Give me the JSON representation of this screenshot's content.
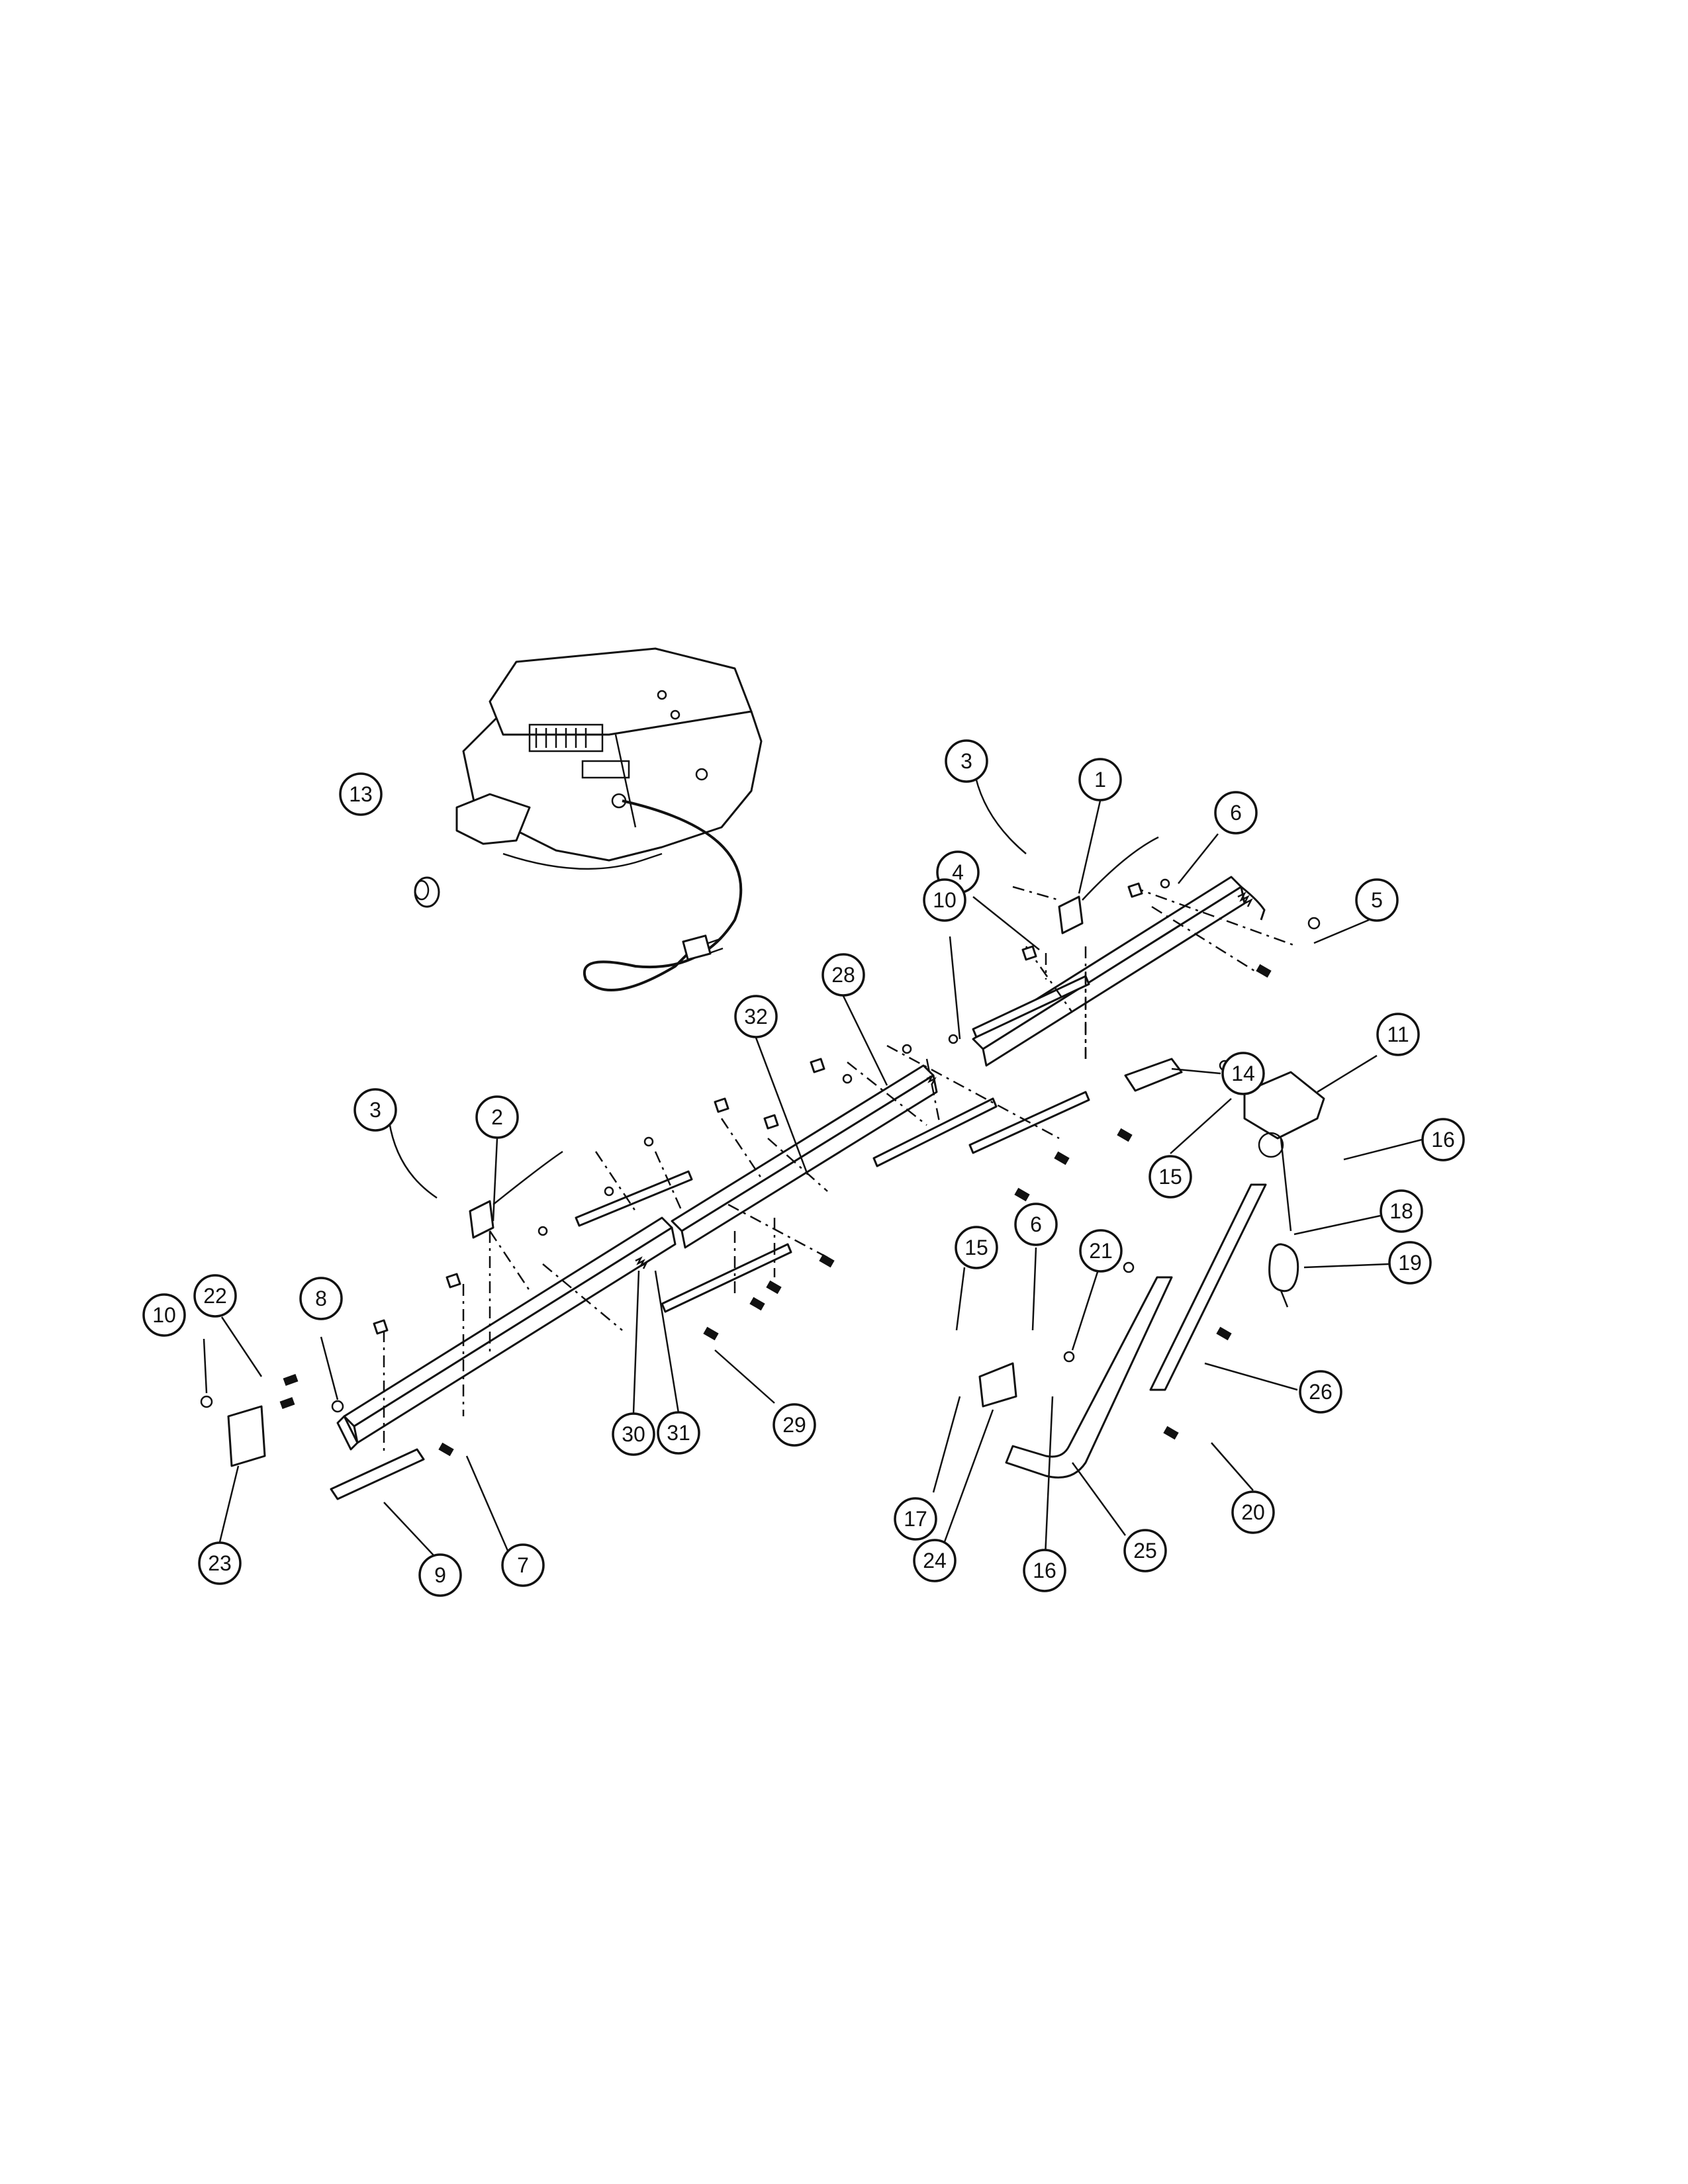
{
  "callouts": [
    {
      "id": "1",
      "label": "1"
    },
    {
      "id": "2",
      "label": "2"
    },
    {
      "id": "3a",
      "label": "3"
    },
    {
      "id": "3b",
      "label": "3"
    },
    {
      "id": "4",
      "label": "4"
    },
    {
      "id": "5",
      "label": "5"
    },
    {
      "id": "6a",
      "label": "6"
    },
    {
      "id": "6b",
      "label": "6"
    },
    {
      "id": "7",
      "label": "7"
    },
    {
      "id": "8",
      "label": "8"
    },
    {
      "id": "9",
      "label": "9"
    },
    {
      "id": "10a",
      "label": "10"
    },
    {
      "id": "10b",
      "label": "10"
    },
    {
      "id": "11",
      "label": "11"
    },
    {
      "id": "13",
      "label": "13"
    },
    {
      "id": "14",
      "label": "14"
    },
    {
      "id": "15a",
      "label": "15"
    },
    {
      "id": "15b",
      "label": "15"
    },
    {
      "id": "16a",
      "label": "16"
    },
    {
      "id": "16b",
      "label": "16"
    },
    {
      "id": "17",
      "label": "17"
    },
    {
      "id": "18",
      "label": "18"
    },
    {
      "id": "19",
      "label": "19"
    },
    {
      "id": "20",
      "label": "20"
    },
    {
      "id": "21",
      "label": "21"
    },
    {
      "id": "22",
      "label": "22"
    },
    {
      "id": "23",
      "label": "23"
    },
    {
      "id": "24",
      "label": "24"
    },
    {
      "id": "25",
      "label": "25"
    },
    {
      "id": "26",
      "label": "26"
    },
    {
      "id": "28",
      "label": "28"
    },
    {
      "id": "29",
      "label": "29"
    },
    {
      "id": "30",
      "label": "30"
    },
    {
      "id": "31",
      "label": "31"
    },
    {
      "id": "32",
      "label": "32"
    }
  ]
}
